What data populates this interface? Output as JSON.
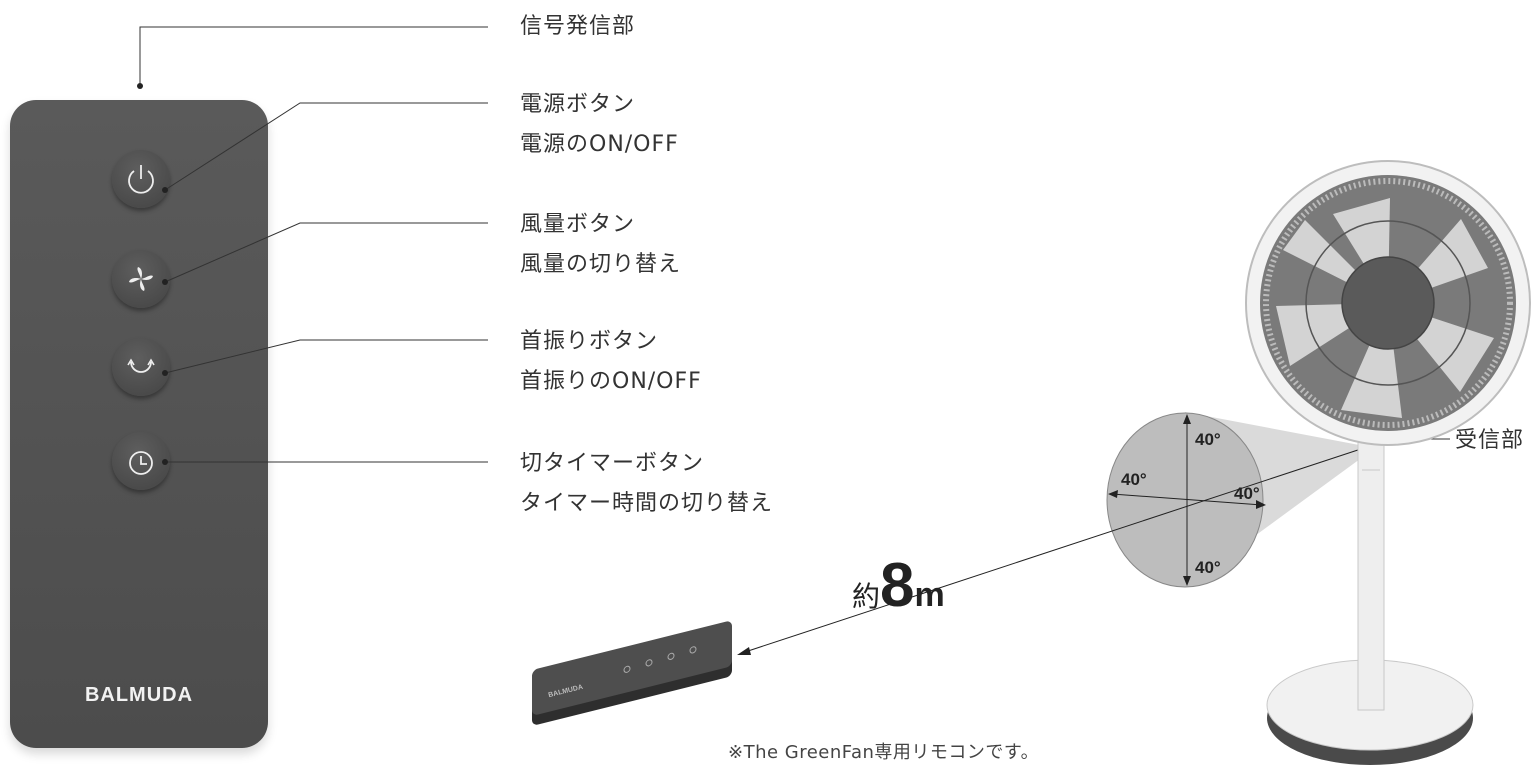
{
  "labels": {
    "transmitter": "信号発信部",
    "power_title": "電源ボタン",
    "power_desc": "電源のON/OFF",
    "wind_title": "風量ボタン",
    "wind_desc": "風量の切り替え",
    "swing_title": "首振りボタン",
    "swing_desc": "首振りのON/OFF",
    "timer_title": "切タイマーボタン",
    "timer_desc": "タイマー時間の切り替え",
    "receiver": "受信部"
  },
  "remote": {
    "brand": "BALMUDA",
    "small_brand": "BALMUDA"
  },
  "range": {
    "prefix": "約",
    "value": "8",
    "unit": "m",
    "angle_top": "40°",
    "angle_left": "40°",
    "angle_right": "40°",
    "angle_bottom": "40°"
  },
  "note": "※The GreenFan専用リモコンです。",
  "icons": [
    "power-icon",
    "fan-icon",
    "swing-icon",
    "timer-icon"
  ],
  "colors": {
    "remote_body": "#505050",
    "line": "#333333",
    "fan_white": "#eeeeee",
    "cone": "#c8c8c8"
  }
}
